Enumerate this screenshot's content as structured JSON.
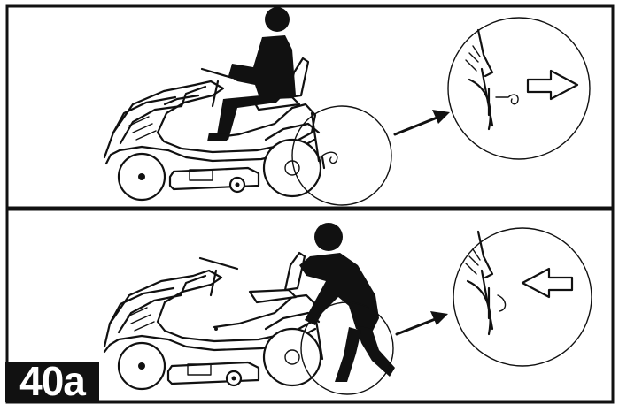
{
  "figure": {
    "label": "40a",
    "colors": {
      "ink": "#111111",
      "background": "#ffffff"
    },
    "panels": [
      {
        "id": "top",
        "subject": "seated-rider-on-mower-icon",
        "detail_arrow_direction": "right"
      },
      {
        "id": "bottom",
        "subject": "person-pushing-mower-icon",
        "detail_arrow_direction": "left"
      }
    ]
  }
}
